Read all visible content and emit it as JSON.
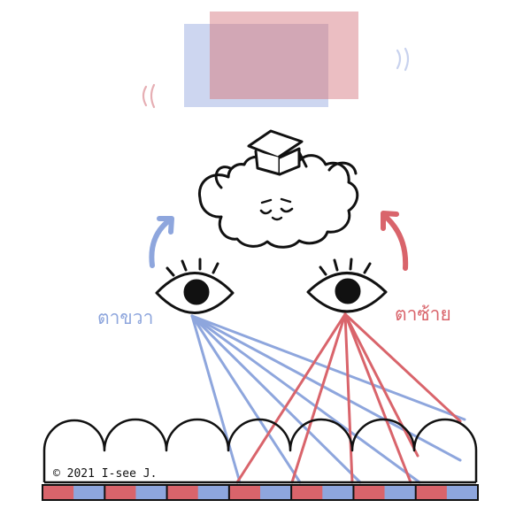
{
  "labels": {
    "right_eye": "ตาขวา",
    "left_eye": "ตาซ้าย",
    "copyright": "© 2021 I-see  J."
  },
  "colors": {
    "blue": "#8ea6dd",
    "red": "#d9646b",
    "blue_label": "#8ea6dd",
    "red_label": "#d9646b",
    "blue_rect": "#c8d2ee",
    "red_rect": "#e6aeb3",
    "ink": "#111111"
  },
  "icons": {
    "brain": "brain-cloud-icon",
    "graduation_cap": "graduation-cap-icon",
    "eye": "eye-icon",
    "arrow": "curved-arrow-icon",
    "lens_array": "lenticular-lens-array"
  }
}
